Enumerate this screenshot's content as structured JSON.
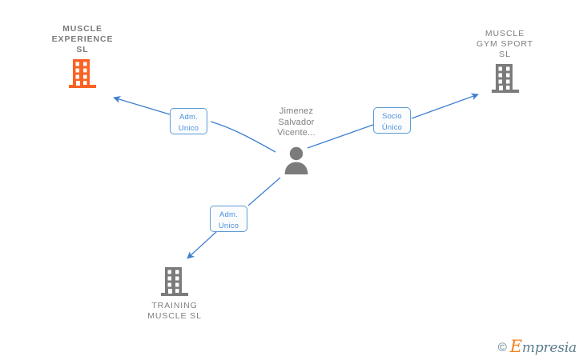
{
  "diagram": {
    "title": "Empresa relationship graph",
    "background_color": "#ffffff",
    "edge_color": "#3f7fd0",
    "label_border_color": "#5b9bd5",
    "label_text_color": "#4a90d9",
    "company_gray": "#7b7b7b",
    "company_orange": "#fb6223",
    "person_gray": "#7b7b7b"
  },
  "center": {
    "name": "person-node",
    "label": "Jimenez\nSalvador\nVicente...",
    "icon": "person-icon"
  },
  "nodes": [
    {
      "id": "muscle-experience",
      "label": "MUSCLE\nEXPERIENCE\nSL",
      "icon": "building-icon",
      "color": "#fb6223",
      "bold": true
    },
    {
      "id": "muscle-gym-sport",
      "label": "MUSCLE\nGYM SPORT\nSL",
      "icon": "building-icon",
      "color": "#7b7b7b",
      "bold": false
    },
    {
      "id": "training-muscle",
      "label": "TRAINING\nMUSCLE  SL",
      "icon": "building-icon",
      "color": "#7b7b7b",
      "bold": false
    }
  ],
  "edges": [
    {
      "id": "edge-to-muscle-experience",
      "label": "Adm.\nUnico",
      "from": "person-node",
      "to": "muscle-experience"
    },
    {
      "id": "edge-to-muscle-gym-sport",
      "label": "Socio\nÚnico",
      "from": "person-node",
      "to": "muscle-gym-sport"
    },
    {
      "id": "edge-to-training-muscle",
      "label": "Adm.\nUnico",
      "from": "person-node",
      "to": "training-muscle"
    }
  ],
  "watermark": {
    "copyright_symbol": "©",
    "brand_initial": "E",
    "brand_rest": "mpresia"
  }
}
